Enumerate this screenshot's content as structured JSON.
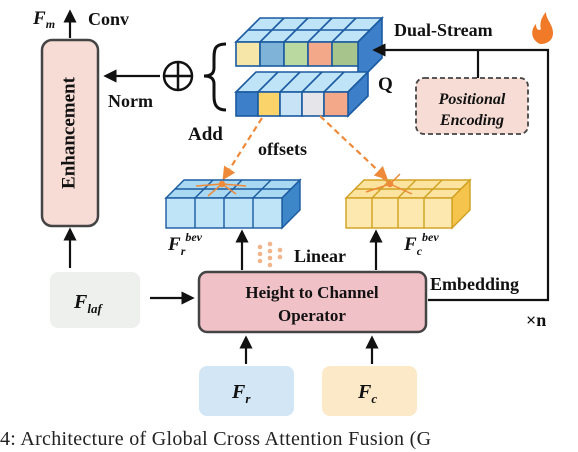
{
  "labels": {
    "f_m": "F",
    "f_m_sub": "m",
    "conv": "Conv",
    "enhancement": "Enhancement",
    "norm": "Norm",
    "add": "Add",
    "dual_stream": "Dual-Stream",
    "q": "Q",
    "positional_encoding_line1": "Positional",
    "positional_encoding_line2": "Encoding",
    "offsets": "offsets",
    "f_r_bev": "F",
    "f_r_bev_sub": "r",
    "f_r_bev_sup": "bev",
    "linear": "Linear",
    "f_c_bev": "F",
    "f_c_bev_sub": "c",
    "f_c_bev_sup": "bev",
    "f_laf": "F",
    "f_laf_sub": "laf",
    "operator_line1": "Height to Channel",
    "operator_line2": "Operator",
    "embedding": "Embedding",
    "times_n": "×n",
    "f_r": "F",
    "f_r_sub": "r",
    "f_c": "F",
    "f_c_sub": "c"
  },
  "caption": "4: Architecture of Global Cross Attention Fusion (G",
  "colors": {
    "enhancement_fill": "#f6dcd4",
    "operator_fill": "#f1c1c8",
    "f_laf_fill": "#eef0ee",
    "f_r_fill": "#d2e6f5",
    "f_c_fill": "#fbe9c8",
    "radar_grid": "#bfe3f7",
    "camera_grid": "#fce4a0",
    "offset_arrow": "#ee8a3a"
  },
  "icons": [
    "plus-circle-icon",
    "flame-icon",
    "linear-layer-icon"
  ]
}
